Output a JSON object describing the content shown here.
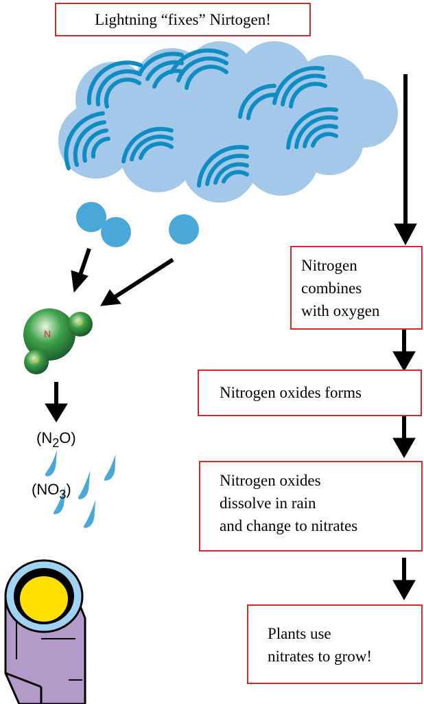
{
  "title": "Lightning “fixes” Nirtogen!",
  "steps": [
    {
      "line1": "Nitrogen",
      "line2": "combines",
      "line3": "with oxygen"
    },
    {
      "line1": "Nitrogen oxides forms"
    },
    {
      "line1": "Nitrogen oxides",
      "line2": "dissolve in rain",
      "line3": "and change to nitrates"
    },
    {
      "line1": "Plants use",
      "line2": "nitrates to grow!"
    }
  ],
  "molecule": {
    "center": "N",
    "atom_a": "o",
    "atom_b": "o"
  },
  "formulas": {
    "f1_pre": "(N",
    "f1_sub": "2",
    "f1_post": "O)",
    "f2_pre": "(NO",
    "f2_sub": "3",
    "f2_post": ")"
  },
  "colors": {
    "box_border": "#e0242b",
    "cloud_light": "#a3c8ea",
    "cloud_dark": "#0f8cc2",
    "droplet": "#4aa8d8",
    "molecule_green": "#2d8a3a",
    "telescope_purple": "#b49ac8",
    "telescope_lens": "#ffe000"
  }
}
